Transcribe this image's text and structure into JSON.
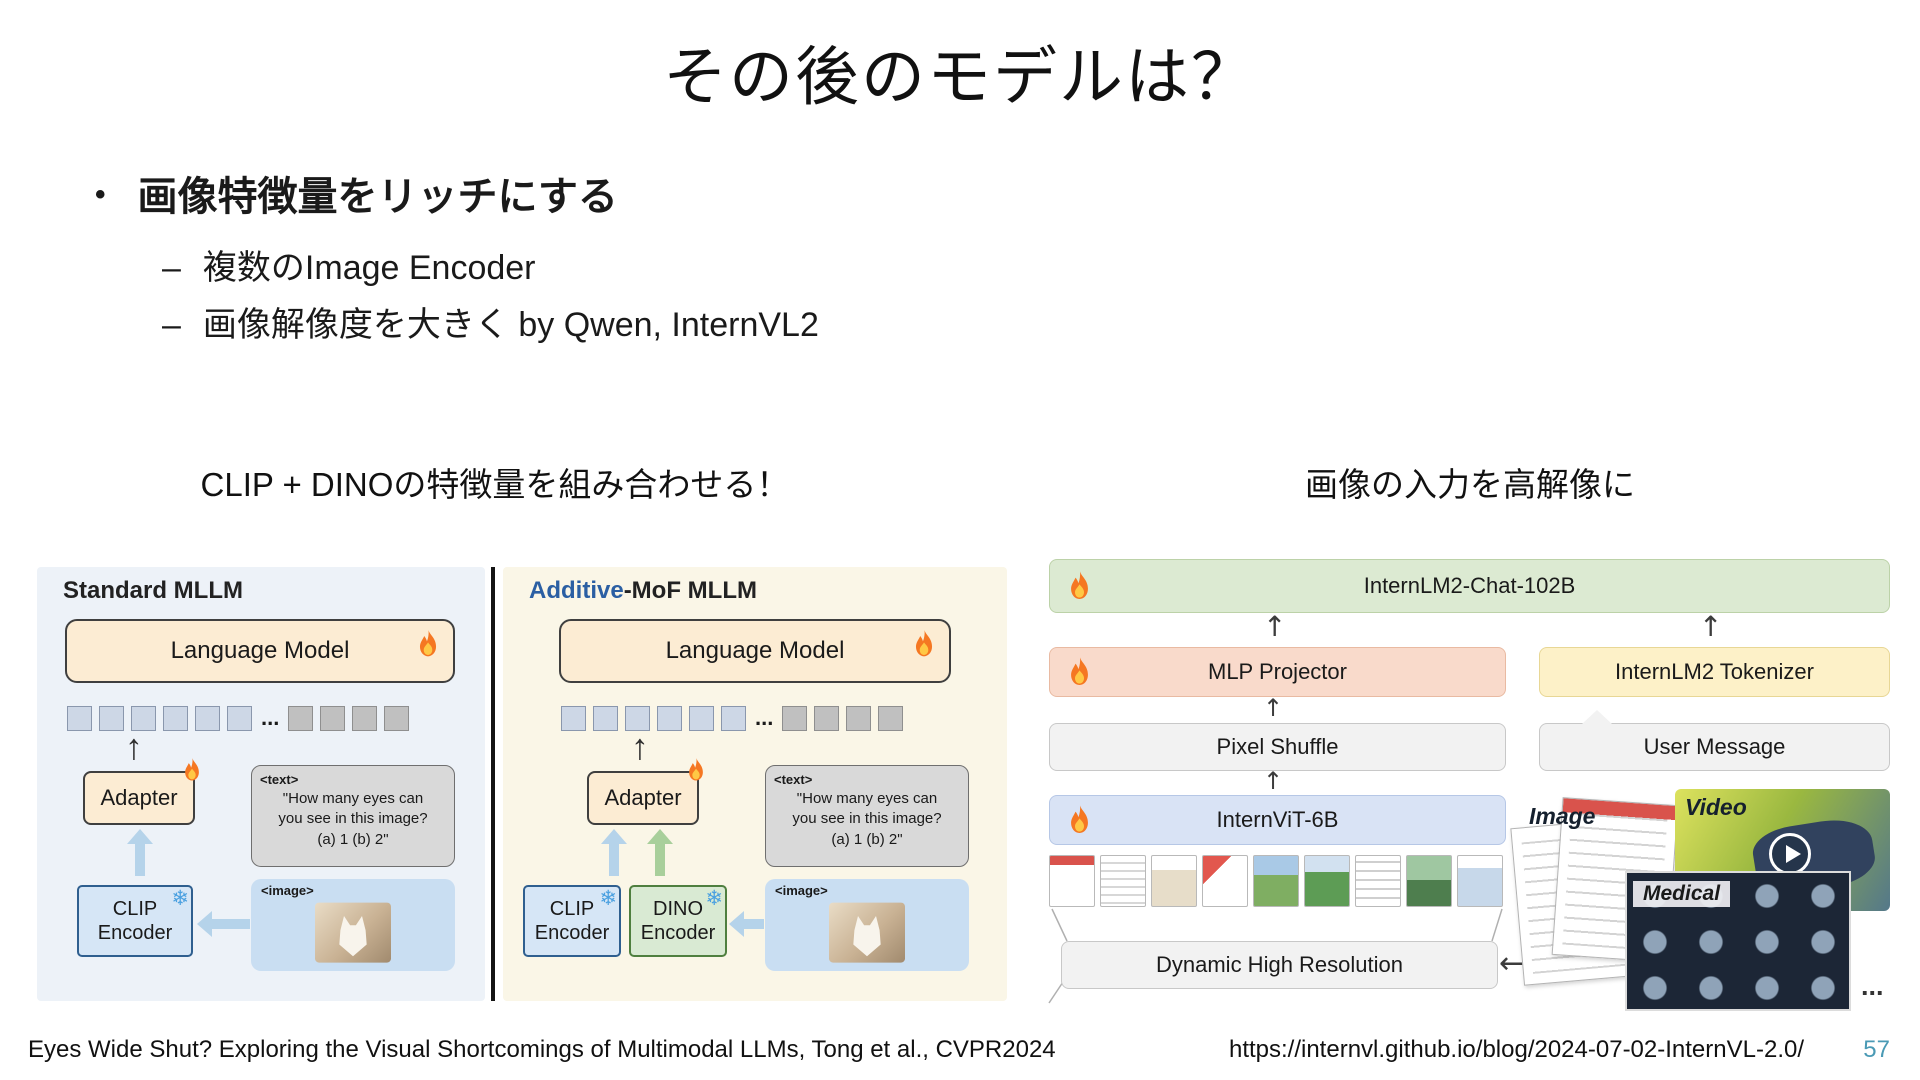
{
  "slide": {
    "title": "その後のモデルは？",
    "bullet_marker": "•",
    "dash": "–",
    "bullet_main": "画像特徴量をリッチにする",
    "sub_bullets": [
      "複数のImage Encoder",
      "画像解像度を大きく by Qwen, InternVL2"
    ],
    "caption_left": "CLIP + DINOの特徴量を組み合わせる！",
    "caption_right": "画像の入力を高解像に",
    "footer_left": "Eyes Wide Shut? Exploring the Visual Shortcomings of Multimodal LLMs, Tong et al., CVPR2024",
    "footer_url": "https://internvl.github.io/blog/2024-07-02-InternVL-2.0/",
    "page_number": "57"
  },
  "mof_figure": {
    "standard": {
      "title": "Standard MLLM",
      "language_model": "Language Model",
      "adapter": "Adapter",
      "text_tag": "<text>",
      "question": "\"How many eyes can\nyou see in this image?\n(a) 1 (b) 2\"",
      "clip_encoder": "CLIP\nEncoder",
      "image_tag": "<image>",
      "tokens_ellipsis": "..."
    },
    "mof": {
      "title_accent": "Additive",
      "title_rest": "-MoF MLLM",
      "language_model": "Language Model",
      "adapter": "Adapter",
      "text_tag": "<text>",
      "question": "\"How many eyes can\nyou see in this image?\n(a) 1 (b) 2\"",
      "clip_encoder": "CLIP\nEncoder",
      "dino_encoder": "DINO\nEncoder",
      "image_tag": "<image>",
      "tokens_ellipsis": "..."
    }
  },
  "internvl_figure": {
    "llm": "InternLM2-Chat-102B",
    "mlp": "MLP Projector",
    "tokenizer": "InternLM2 Tokenizer",
    "pixel_shuffle": "Pixel Shuffle",
    "user_message": "User Message",
    "vit": "InternViT-6B",
    "dynamic_hr": "Dynamic High Resolution",
    "label_image": "Image",
    "label_medical": "Medical",
    "label_video": "Video",
    "ellipsis": "...",
    "colors": {
      "accent_teal": "#4a9ab5",
      "flame_orange": "#f57722",
      "snow_blue": "#4aa0e0"
    }
  }
}
